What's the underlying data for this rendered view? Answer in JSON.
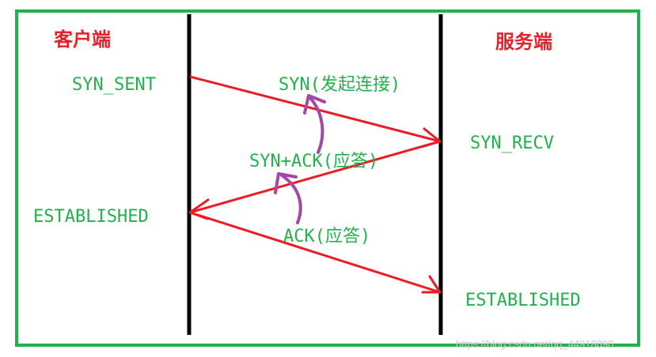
{
  "diagram": {
    "client_label": "客户端",
    "server_label": "服务端",
    "client_states": {
      "syn_sent": "SYN_SENT",
      "established": "ESTABLISHED"
    },
    "server_states": {
      "syn_recv": "SYN_RECV",
      "established": "ESTABLISHED"
    },
    "messages": {
      "syn": "SYN(发起连接)",
      "syn_ack": "SYN+ACK(应答)",
      "ack": "ACK(应答)"
    },
    "watermark": "https://blog.csdn.net/qq_44918090"
  },
  "colors": {
    "frame": "#22b14c",
    "label_green": "#22b14c",
    "header_red": "#e8202a",
    "arrow_red": "#ed1c24",
    "pointer_purple": "#a349a4",
    "timeline": "#000000",
    "watermark": "#c8c8c8"
  }
}
